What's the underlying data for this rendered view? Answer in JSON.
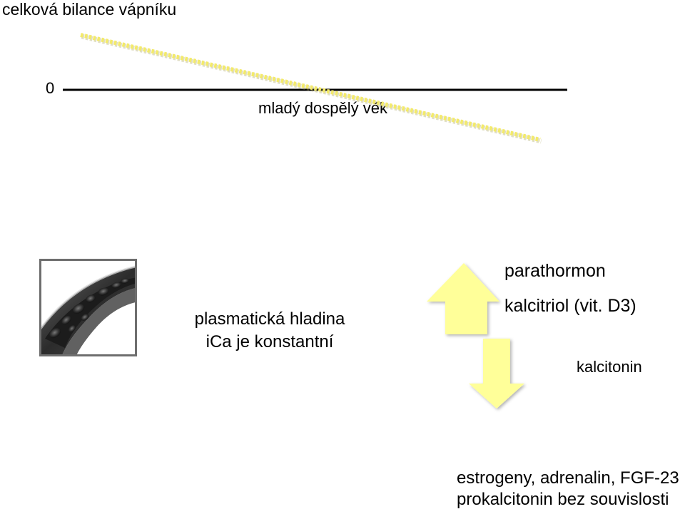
{
  "title": "celková bilance vápníku",
  "axis": {
    "zero_label": "0",
    "x_label": "mladý dospělý věk"
  },
  "colors": {
    "trend_dots": "#f3ea6b",
    "arrow_fill": "#ffff99",
    "line": "#000000"
  },
  "image": {
    "icon": "blood-vessel-image"
  },
  "plasma": {
    "line1": "plasmatická hladina",
    "line2": "iCa je konstantní"
  },
  "hormones": {
    "up_1": "parathormon",
    "up_2": "kalcitriol (vit. D3)",
    "down_1": "kalcitonin"
  },
  "note": {
    "line1": "estrogeny, adrenalin, FGF-23",
    "line2": "prokalcitonin bez souvislosti"
  }
}
